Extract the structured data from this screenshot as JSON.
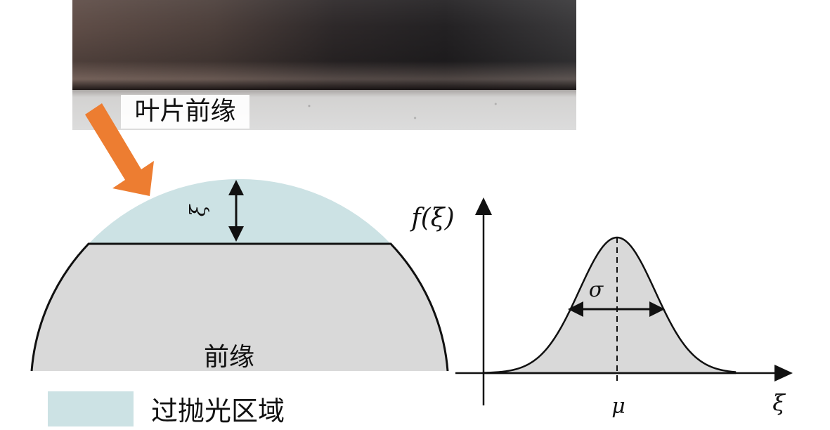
{
  "photo": {
    "label": "叶片前缘"
  },
  "section": {
    "cap_symbol": "ξ",
    "body_label": "前缘"
  },
  "legend": {
    "label": "过抛光区域"
  },
  "distribution": {
    "y_label": "f(ξ)",
    "x_label": "ξ",
    "mean_label": "μ",
    "spread_label": "σ"
  },
  "colors": {
    "arrow": "#ed7d31",
    "body": "#d9d9d9",
    "over_polished": "#cce2e4",
    "curve_fill": "#d9d9d9",
    "line": "#111111"
  }
}
